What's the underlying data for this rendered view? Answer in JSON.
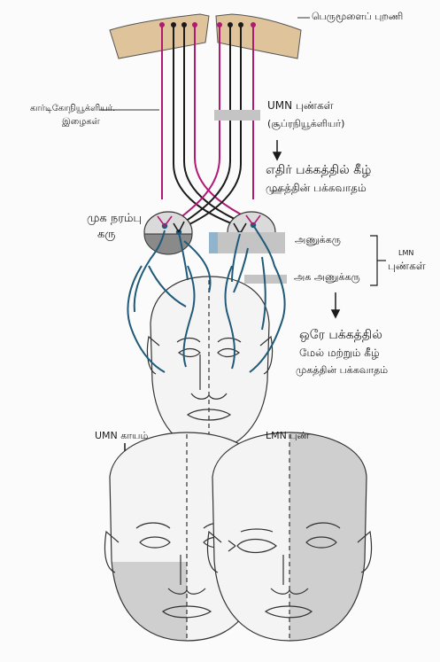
{
  "labels": {
    "cortex": "பெருமூளைப் புறணி",
    "corticobulbar_1": "கார்டிகோநியூக்ளியர்.",
    "corticobulbar_2": "இழைகள்",
    "umn_lesion_1": "UMN புண்கள்",
    "umn_lesion_2": "(சூப்ரநியூக்ளியர்)",
    "contralateral_1": "எதிர் பக்கத்தில் கீழ்",
    "contralateral_2": "முகத்தின் பக்கவாதம்",
    "facial_nucleus_1": "முக நரம்பு",
    "facial_nucleus_2": "கரு",
    "nuclear": "அணுக்கரு",
    "lmn_1": "LMN",
    "lmn_2": "புண்கள்",
    "infranuclear": "அக அணுக்கரு",
    "ipsilateral_1": "ஒரே பக்கத்தில்",
    "ipsilateral_2": "மேல் மற்றும் கீழ்",
    "ipsilateral_3": "முகத்தின் பக்கவாதம்",
    "umn_face": "UMN காயம்",
    "lmn_face": "LMN புண்"
  },
  "colors": {
    "umn_fiber": "#b01a73",
    "black_fiber": "#1b1b1b",
    "lmn_fiber": "#1f5a78",
    "cortex_fill": "#dfc39a",
    "lesion_marker": "#c4c4c4",
    "lesion_marker_blue": "#8fb4cc",
    "paralysis_shade": "#cfcfcf"
  }
}
